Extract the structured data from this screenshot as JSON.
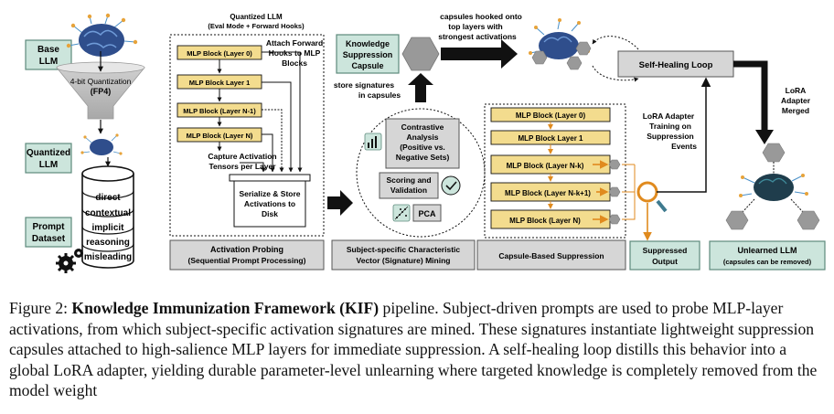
{
  "labels": {
    "base_llm": [
      "Base",
      "LLM"
    ],
    "quantization": [
      "4-bit Quantization",
      "(FP4)"
    ],
    "quantized_llm_left": [
      "Quantized",
      "LLM"
    ],
    "prompt_dataset": [
      "Prompt",
      "Dataset"
    ],
    "prompts": [
      "direct",
      "contextual",
      "implicit",
      "reasoning",
      "misleading"
    ],
    "quantized_llm_top": [
      "Quantized LLM",
      "(Eval Mode + Forward Hooks)"
    ],
    "attach_hooks": [
      "Attach Forward",
      "Hooks to MLP",
      "Blocks"
    ],
    "probe_blocks": [
      "MLP Block (Layer 0)",
      "MLP Block Layer 1",
      "MLP Block (Layer N-1)",
      "MLP Block (Layer N)"
    ],
    "capture": [
      "Capture Activation",
      "Tensors per Layer"
    ],
    "serialize": [
      "Serialize & Store",
      "Activations to",
      "Disk"
    ],
    "stage1": [
      "Activation Probing",
      "(Sequential Prompt Processing)"
    ],
    "ksc": [
      "Knowledge",
      "Suppression",
      "Capsule"
    ],
    "store_sig": [
      "store signatures",
      "in capsules"
    ],
    "contrastive": [
      "Contrastive",
      "Analysis",
      "(Positive vs.",
      "Negative Sets)"
    ],
    "scoring": [
      "Scoring and",
      "Validation"
    ],
    "pca": "PCA",
    "stage2": [
      "Subject-specific Characteristic",
      "Vector (Signature) Mining"
    ],
    "capsules_hooked": [
      "capsules hooked onto",
      "top layers with",
      "strongest activations"
    ],
    "supp_blocks": [
      "MLP Block (Layer 0)",
      "MLP Block Layer 1",
      "MLP Block (Layer N-k)",
      "MLP Block (Layer N-k+1)",
      "MLP Block (Layer N)"
    ],
    "stage3": "Capsule-Based Suppression",
    "self_healing": "Self-Healing Loop",
    "lora_training": [
      "LoRA Adapter",
      "Training on",
      "Suppression",
      "Events"
    ],
    "lora_merged": [
      "LoRA",
      "Adapter",
      "Merged"
    ],
    "suppressed_output": [
      "Suppressed",
      "Output"
    ],
    "unlearned": [
      "Unlearned LLM",
      "(capsules can be removed)"
    ]
  },
  "caption": {
    "prefix": "Figure 2: ",
    "bold": "Knowledge Immunization Framework (KIF)",
    "rest": " pipeline. Subject-driven prompts are used to probe MLP-layer activations, from which subject-specific activation signatures are mined. These signatures instantiate lightweight suppression capsules attached to high-salience MLP layers for immediate suppression. A self-healing loop distills this behavior into a global LoRA adapter, yielding durable parameter-level unlearning where targeted knowledge is completely removed from the model weight"
  },
  "colors": {
    "teal": "#cce5dc",
    "teal_border": "#5d8a7c",
    "gray": "#d6d6d6",
    "gold": "#f3dc8e",
    "gold_border": "#8a7220",
    "orange": "#e08a1e",
    "hexagon": "#999999"
  }
}
